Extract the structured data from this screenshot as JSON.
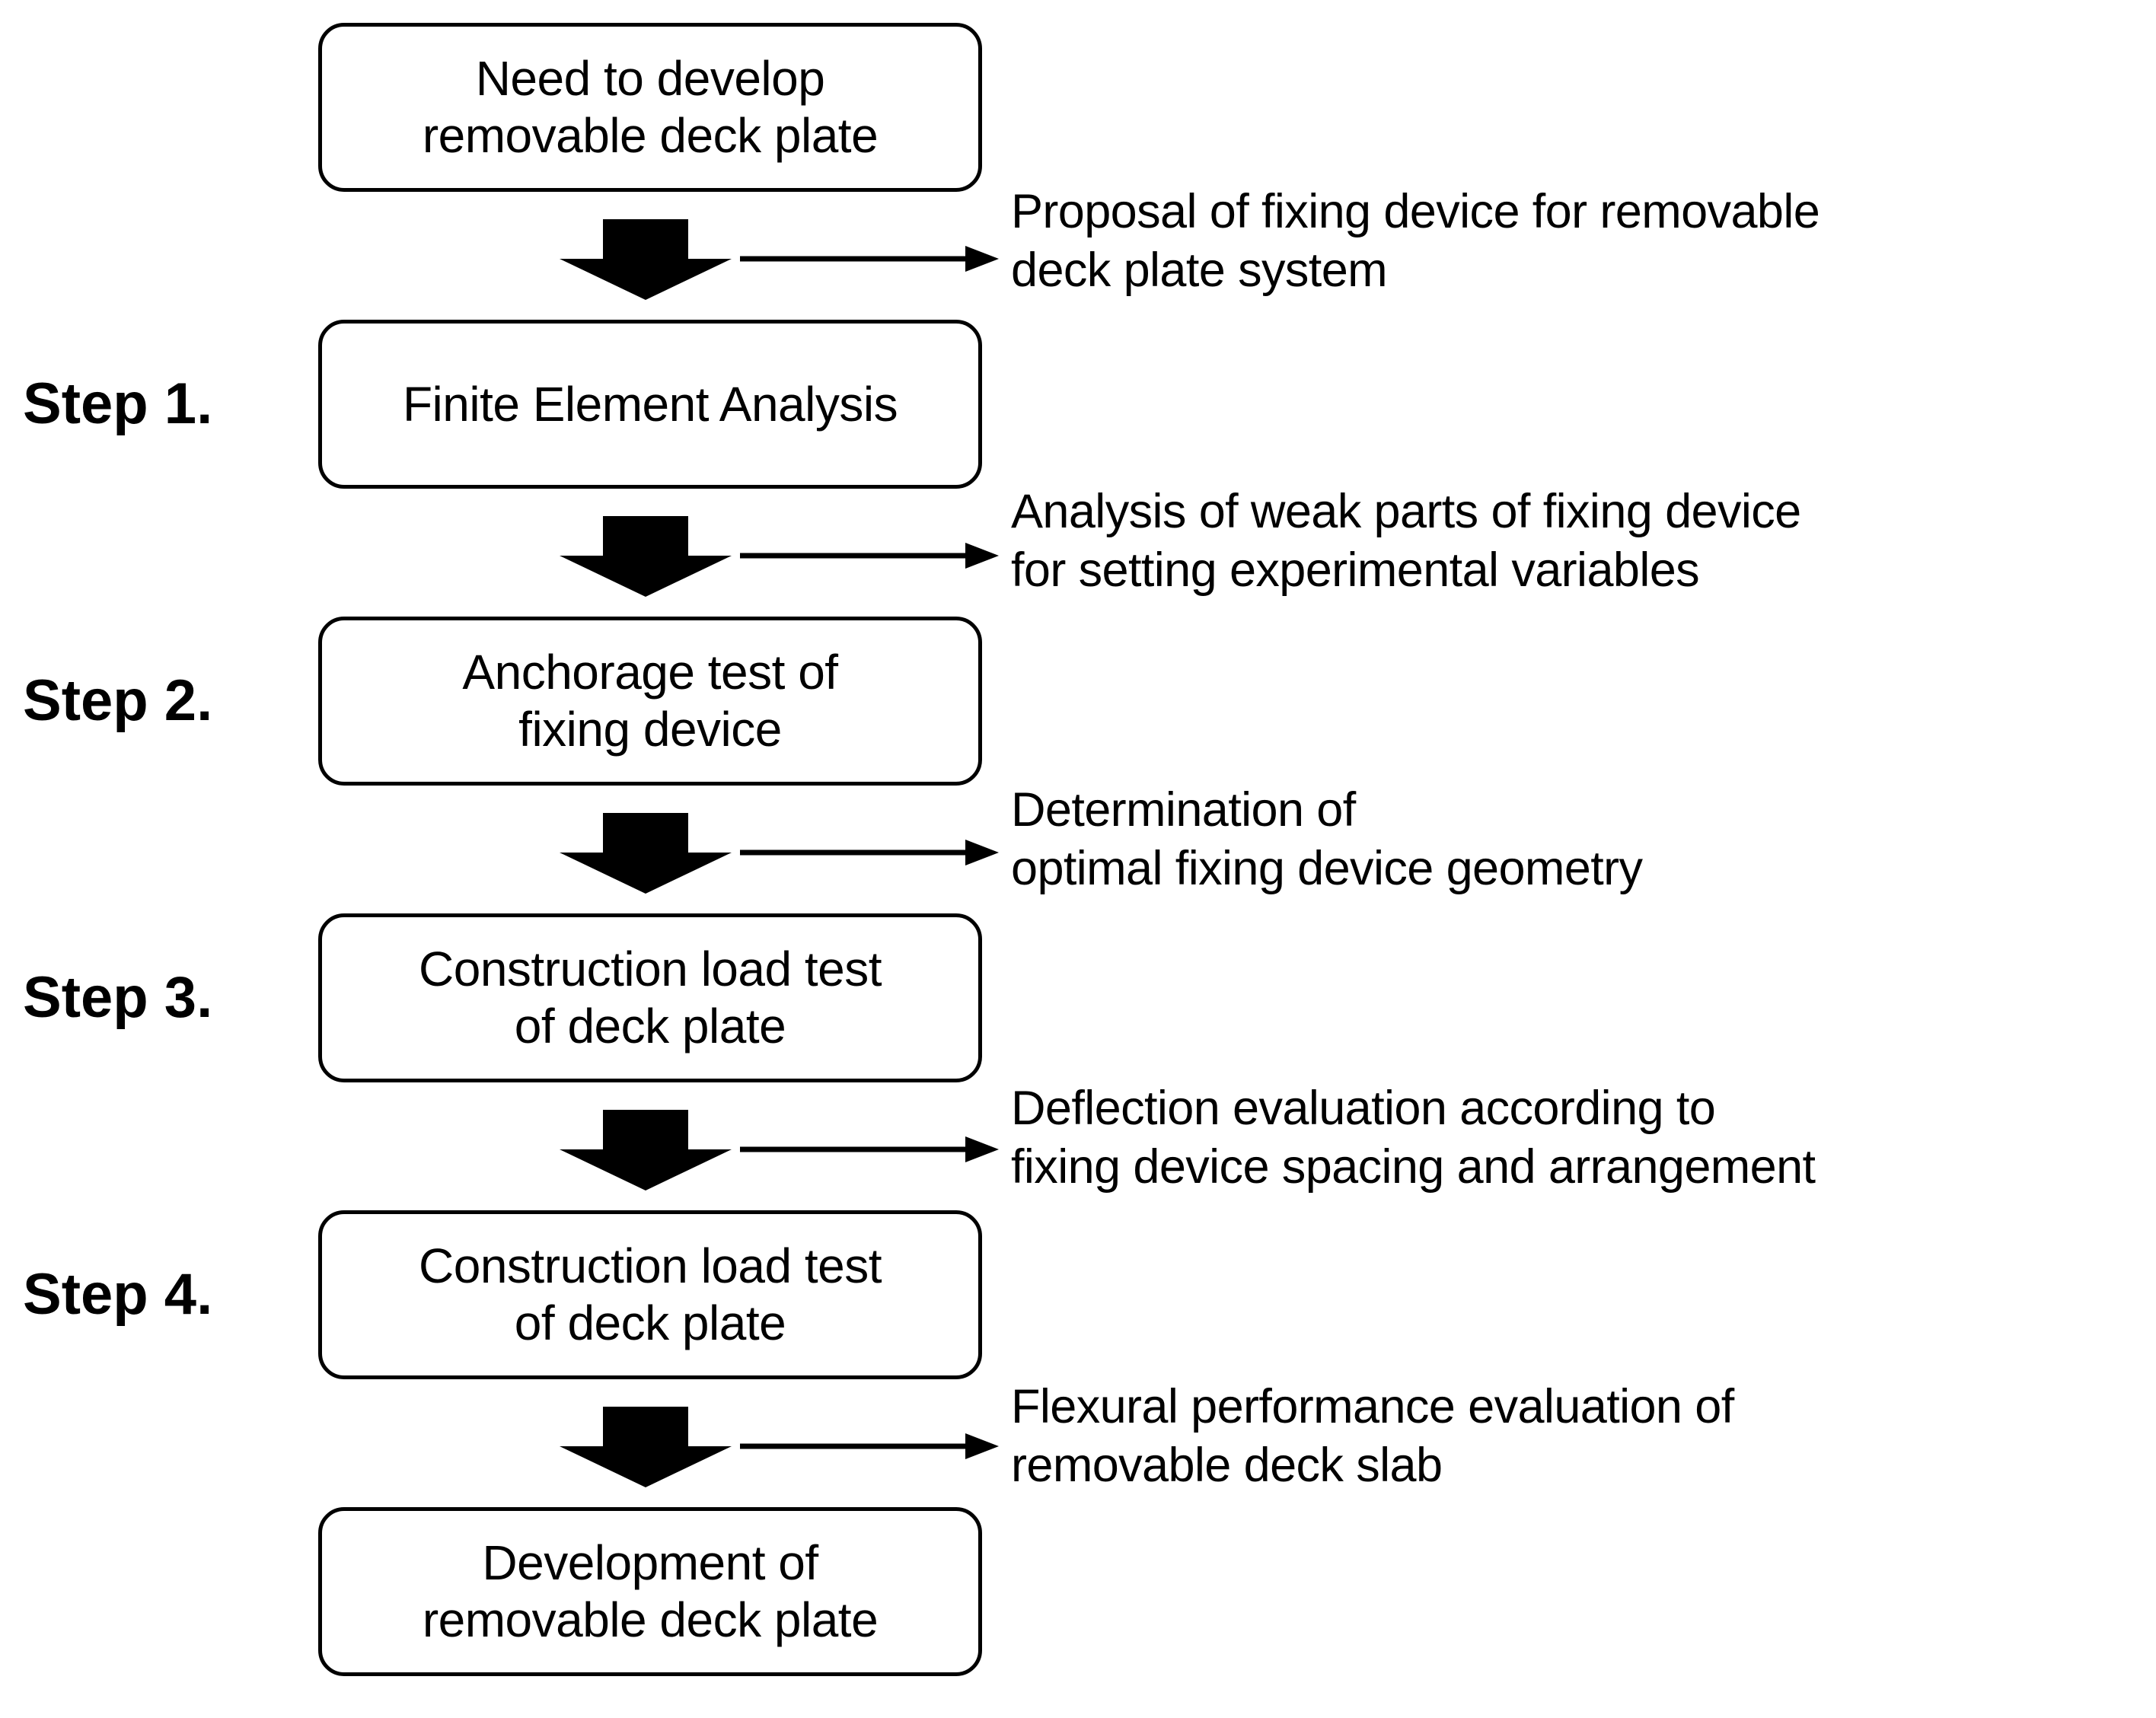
{
  "diagram": {
    "title": "Research flow chart for removable deck plate development",
    "background_color": "#ffffff",
    "line_color": "#000000",
    "steps": [
      {
        "label": "Step 1."
      },
      {
        "label": "Step 2."
      },
      {
        "label": "Step 3."
      },
      {
        "label": "Step 4."
      }
    ],
    "nodes": [
      {
        "id": "need",
        "text": "Need to develop\nremovable deck plate"
      },
      {
        "id": "fea",
        "text": "Finite Element Analysis"
      },
      {
        "id": "anchorage",
        "text": "Anchorage test of\nfixing device"
      },
      {
        "id": "constr1",
        "text": "Construction load test\nof deck plate"
      },
      {
        "id": "constr2",
        "text": "Construction load test\nof deck plate"
      },
      {
        "id": "develop",
        "text": "Development of\nremovable deck plate"
      }
    ],
    "annotations": [
      {
        "id": "a1",
        "text": "Proposal of fixing device for removable\ndeck plate system"
      },
      {
        "id": "a2",
        "text": "Analysis of weak parts of fixing device\nfor setting experimental variables"
      },
      {
        "id": "a3",
        "text": "Determination of\noptimal fixing device geometry"
      },
      {
        "id": "a4",
        "text": "Deflection evaluation according to\nfixing device spacing and arrangement"
      },
      {
        "id": "a5",
        "text": "Flexural performance evaluation of\nremovable deck slab"
      }
    ],
    "connectors": [
      {
        "id": "c1",
        "down_arrow": "thick-down-arrow",
        "side_arrow": "thin-right-arrow"
      },
      {
        "id": "c2",
        "down_arrow": "thick-down-arrow",
        "side_arrow": "thin-right-arrow"
      },
      {
        "id": "c3",
        "down_arrow": "thick-down-arrow",
        "side_arrow": "thin-right-arrow"
      },
      {
        "id": "c4",
        "down_arrow": "thick-down-arrow",
        "side_arrow": "thin-right-arrow"
      },
      {
        "id": "c5",
        "down_arrow": "thick-down-arrow",
        "side_arrow": "thin-right-arrow"
      }
    ]
  }
}
